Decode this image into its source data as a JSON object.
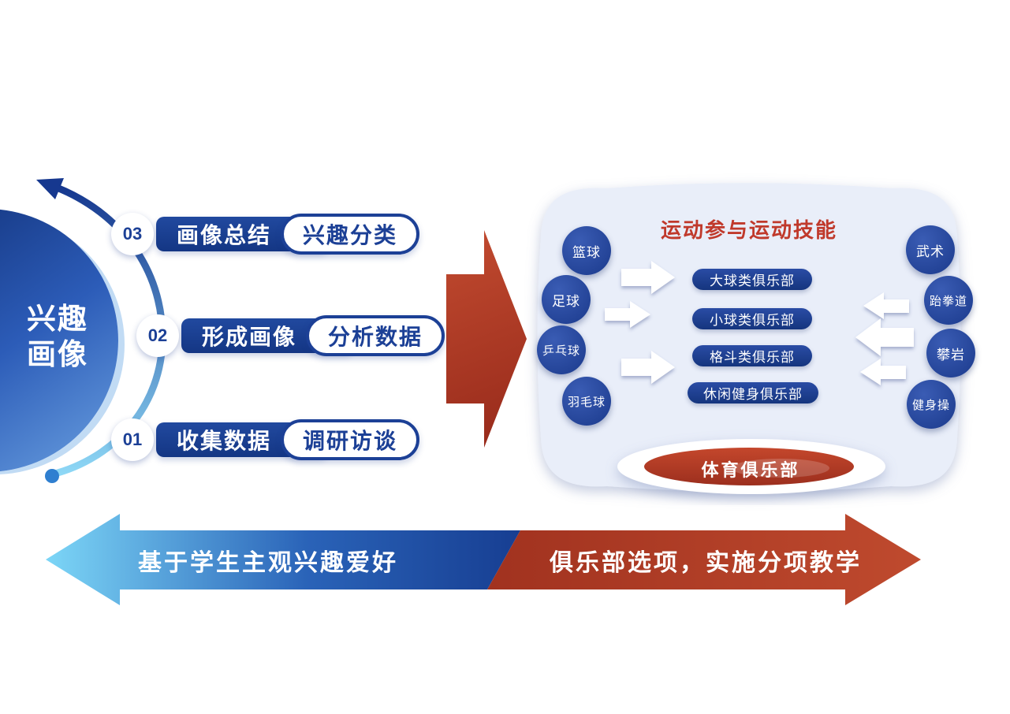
{
  "portrait": {
    "title_line1": "兴趣",
    "title_line2": "画像"
  },
  "steps": [
    {
      "number": "03",
      "label": "画像总结",
      "tag": "兴趣分类"
    },
    {
      "number": "02",
      "label": "形成画像",
      "tag": "分析数据"
    },
    {
      "number": "01",
      "label": "收集数据",
      "tag": "调研访谈"
    }
  ],
  "panel": {
    "title": "运动参与运动技能",
    "left_sports": [
      "篮球",
      "足球",
      "乒乓球",
      "羽毛球"
    ],
    "right_sports": [
      "武术",
      "跆拳道",
      "攀岩",
      "健身操"
    ],
    "clubs": [
      "大球类俱乐部",
      "小球类俱乐部",
      "格斗类俱乐部",
      "休闲健身俱乐部"
    ],
    "bottom_label": "体育俱乐部"
  },
  "bottom": {
    "left_text": "基于学生主观兴趣爱好",
    "right_text": "俱乐部选项，实施分项教学"
  },
  "colors": {
    "dark_blue": "#1c4096",
    "brick_red": "#b23a26",
    "light_blue": "#7cd6f7",
    "panel_bg": "#e9eef9"
  }
}
